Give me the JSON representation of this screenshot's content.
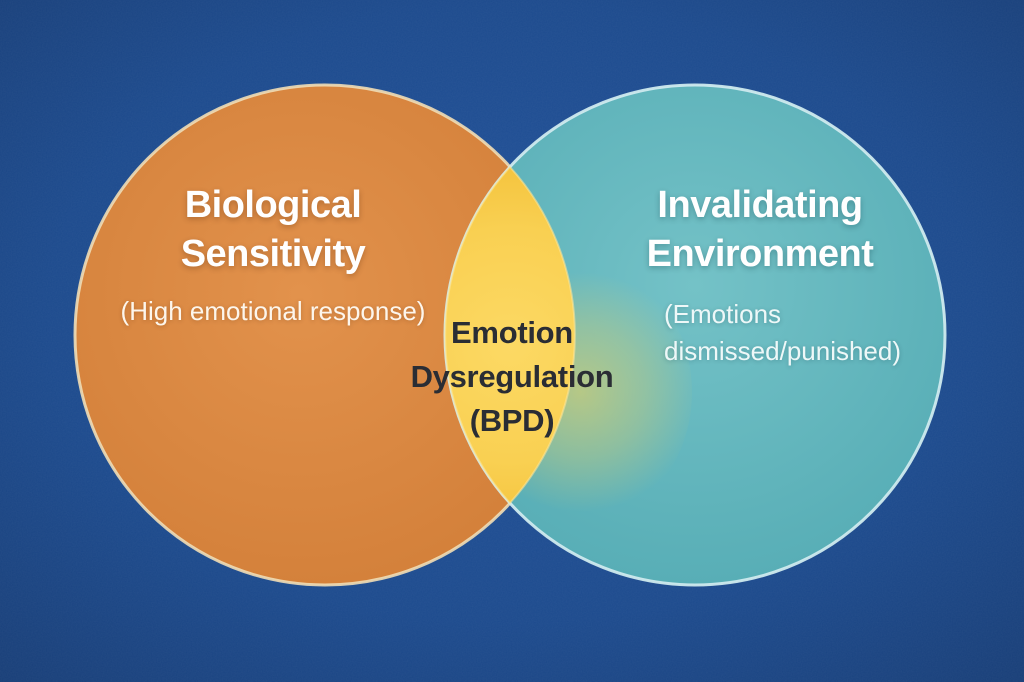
{
  "venn": {
    "left": {
      "title_lines": [
        "Biological",
        "Sensitivity"
      ],
      "subtitle": "(High emotional response)"
    },
    "right": {
      "title_lines": [
        "Invalidating",
        "Environment"
      ],
      "subtitle_lines": [
        "(Emotions",
        "dismissed/punished)"
      ]
    },
    "center": {
      "label_lines": [
        "Emotion",
        "Dysregulation",
        "(BPD)"
      ]
    }
  },
  "colors": {
    "background_center": "#21529b",
    "background_edge": "#173c74",
    "left_circle_light": "#e2924c",
    "left_circle_dark": "#d07c36",
    "left_circle_rim": "#f0ddb6",
    "right_circle_light": "#74c2c7",
    "right_circle_dark": "#51a9b2",
    "right_circle_rim": "#cfeaee",
    "intersection_light": "#fcd964",
    "intersection_dark": "#f3c139",
    "intersection_rim": "#ffe79a",
    "glow": "#f8d558",
    "title_text": "#ffffff",
    "center_text": "#2a2d34"
  }
}
